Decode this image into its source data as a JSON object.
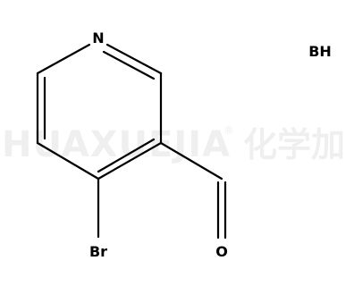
{
  "molecule": {
    "atoms": {
      "nitrogen": "N",
      "bromine": "Br",
      "oxygen": "O",
      "salt": "BH"
    }
  },
  "watermark": {
    "latin": "HUAXUEJIA",
    "registered": "®",
    "cjk": "化学加"
  }
}
